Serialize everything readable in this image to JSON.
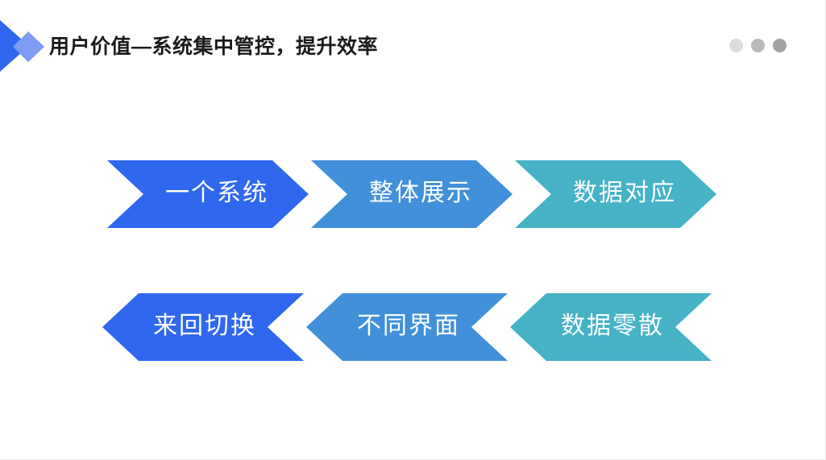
{
  "slide": {
    "title": "用户价值—系统集中管控，提升效率",
    "background_color": "#ffffff"
  },
  "header": {
    "decoration": {
      "arrow_icon": "left-arrow-accent",
      "arrow_color": "#2f68ef",
      "diamond_icon": "diamond-accent",
      "diamond_color": "#7e9cf5"
    },
    "dots": [
      {
        "name": "dot-light",
        "color": "#dcdcdc"
      },
      {
        "name": "dot-medium",
        "color": "#b9b9b9"
      },
      {
        "name": "dot-dark",
        "color": "#a2a2a2"
      }
    ]
  },
  "diagram": {
    "rows": [
      {
        "name": "benefit-row",
        "direction": "right",
        "steps": [
          {
            "label": "一个系统",
            "color": "#2f68ef"
          },
          {
            "label": "整体展示",
            "color": "#4190d9"
          },
          {
            "label": "数据对应",
            "color": "#45b2c6"
          }
        ]
      },
      {
        "name": "problem-row",
        "direction": "left",
        "steps": [
          {
            "label": "来回切换",
            "color": "#2f68ef"
          },
          {
            "label": "不同界面",
            "color": "#4190d9"
          },
          {
            "label": "数据零散",
            "color": "#45b2c6"
          }
        ]
      }
    ]
  }
}
